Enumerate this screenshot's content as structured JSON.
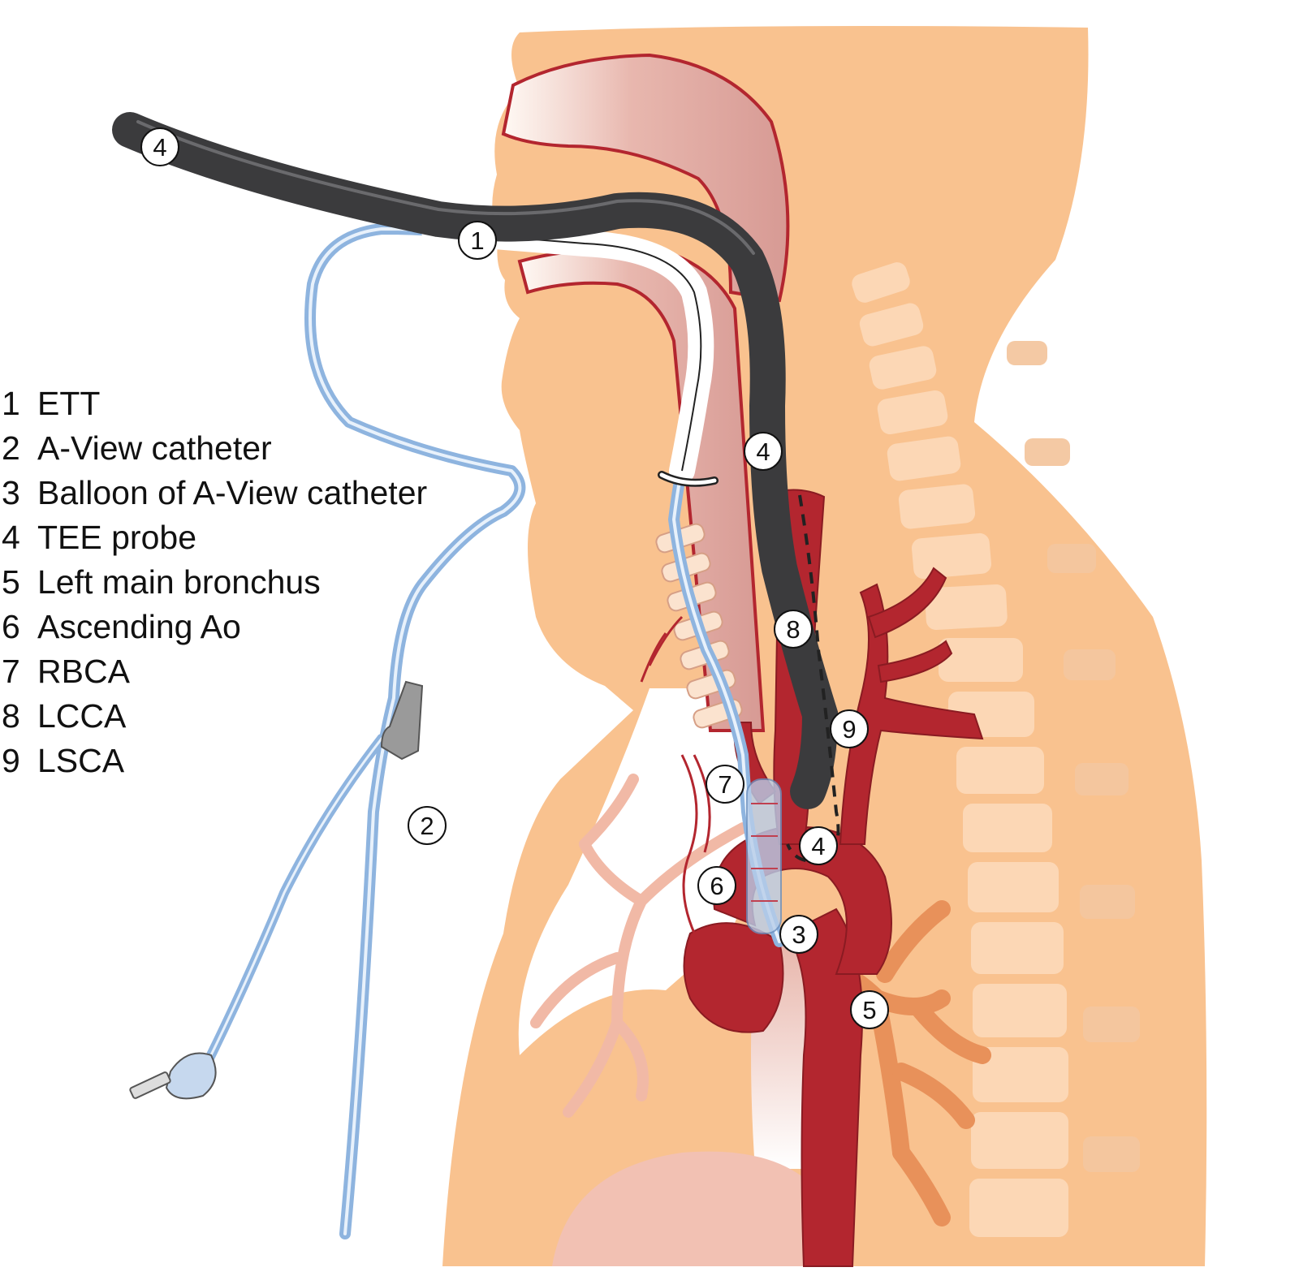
{
  "legend": [
    {
      "number": "1",
      "label": "ETT"
    },
    {
      "number": "2",
      "label": "A-View catheter"
    },
    {
      "number": "3",
      "label": "Balloon of A-View catheter"
    },
    {
      "number": "4",
      "label": "TEE probe"
    },
    {
      "number": "5",
      "label": "Left main bronchus"
    },
    {
      "number": "6",
      "label": "Ascending Ao"
    },
    {
      "number": "7",
      "label": "RBCA"
    },
    {
      "number": "8",
      "label": "LCCA"
    },
    {
      "number": "9",
      "label": "LSCA"
    }
  ],
  "callouts": {
    "tee_probe_top": "4",
    "ett": "1",
    "tee_probe_neck": "4",
    "lcca": "8",
    "lsca": "9",
    "rbca": "7",
    "a_view_catheter": "2",
    "tee_probe_chest": "4",
    "ascending_ao": "6",
    "balloon": "3",
    "left_main_bronchus": "5"
  },
  "colors": {
    "skin": "#f9c28f",
    "airway": "#e7b3a8",
    "artery": "#b3262f",
    "probe": "#3b3b3d",
    "catheter": "#8eb4df",
    "bronchus": "#e8915a",
    "spine": "#fcd9b8"
  }
}
